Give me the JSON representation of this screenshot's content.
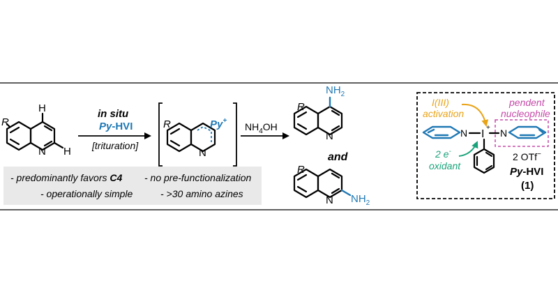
{
  "colors": {
    "blue": "#1f78b4",
    "orange": "#e8a317",
    "magenta": "#c64aa8",
    "teal": "#1aa37a",
    "gray_box": "#e9e9e9"
  },
  "labels": {
    "r": "R",
    "h": "H",
    "n": "N",
    "nh2": "NH",
    "sub2": "2",
    "py_plus": "Py",
    "plus": "+",
    "py_italic": "Py",
    "hvi": "-HVI",
    "triflate": "2 OTf",
    "minus": "−",
    "one": "(1)",
    "iodine": "I",
    "plus_sign": "+"
  },
  "arrow1": {
    "in_situ": "in situ",
    "py": "Py",
    "hvi": "-HVI",
    "trituration": "[trituration]"
  },
  "arrow2": {
    "reagent": "NH",
    "sub": "4",
    "tail": "OH"
  },
  "and_label": "and",
  "notes": [
    "- predominantly favors ",
    "C4",
    "- operationally simple",
    "- no pre-functionalization",
    "- >30 amino azines"
  ],
  "reagent_box": {
    "activation_line1": "I(III)",
    "activation_line2": "activation",
    "nucleophile_line1": "pendent",
    "nucleophile_line2": "nucleophile",
    "oxidant_line1": "2 e",
    "oxidant_sup": "-",
    "oxidant_line2": "oxidant"
  }
}
